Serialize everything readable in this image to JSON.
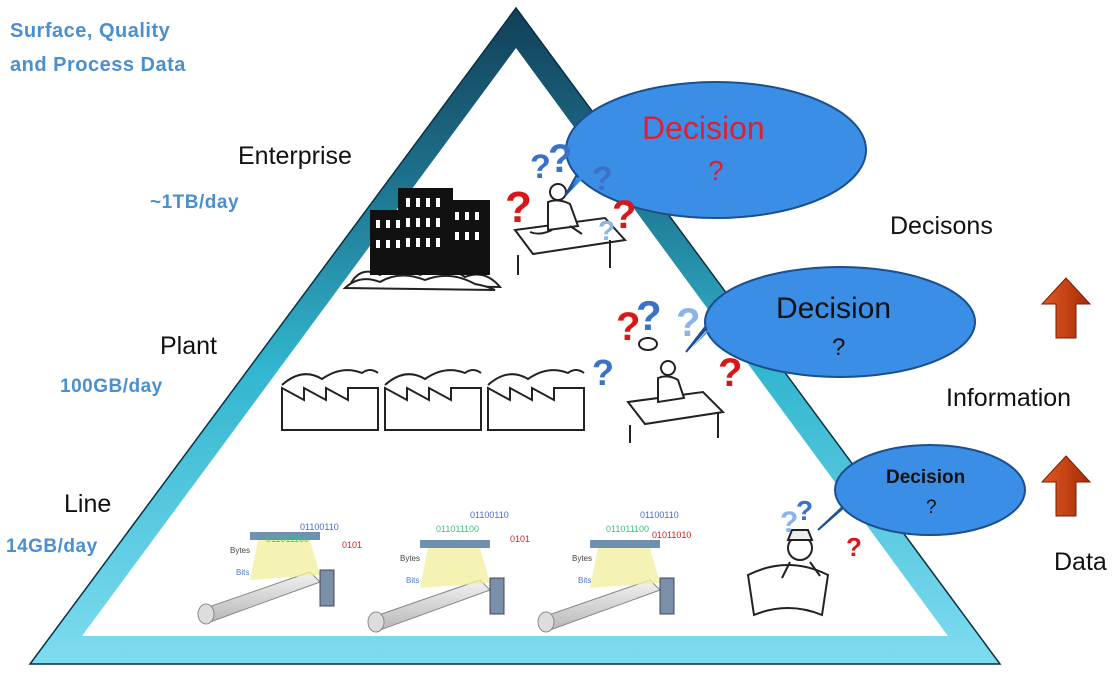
{
  "heading": {
    "line1": "Surface, Quality",
    "line2": "and Process Data"
  },
  "levels": {
    "enterprise": {
      "label": "Enterprise",
      "rate": "~1TB/day"
    },
    "plant": {
      "label": "Plant",
      "rate": "100GB/day"
    },
    "line": {
      "label": "Line",
      "rate": "14GB/day"
    }
  },
  "bubbles": {
    "top": {
      "title": "Decision",
      "mark": "?"
    },
    "mid": {
      "title": "Decision",
      "mark": "?"
    },
    "low": {
      "title": "Decision",
      "mark": "?"
    }
  },
  "side_labels": {
    "top": "Decisons",
    "mid": "Information",
    "bottom": "Data"
  },
  "machine_texts": {
    "bytes": "Bytes",
    "bits": "Bits",
    "bin_a": "01100110",
    "bin_b": "011011100",
    "bin_c1": "0101",
    "bin_c2": "0101",
    "bin_c3": "01011010"
  },
  "colors": {
    "pyramid_border": "#1a6f8a",
    "bubble_fill": "#3b8ee6",
    "heading_blue": "#4a8fd0",
    "arrow": "#c03a10",
    "question_red": "#d81818",
    "question_blue": "#3a72c8"
  }
}
